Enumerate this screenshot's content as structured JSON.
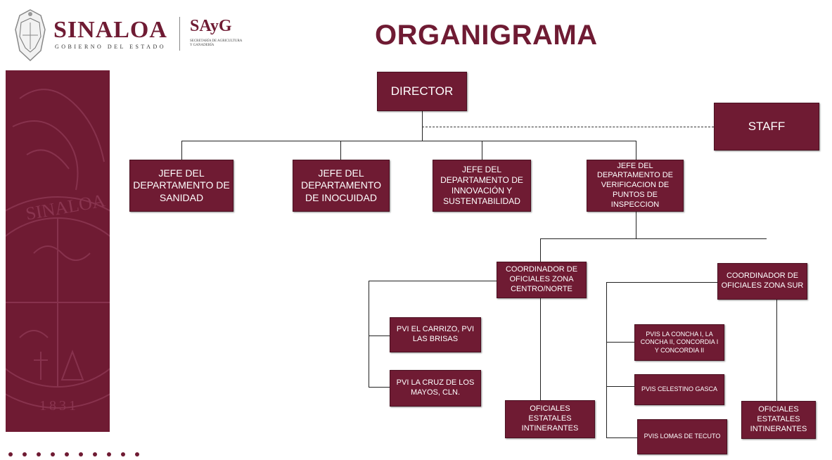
{
  "header": {
    "state_name": "SINALOA",
    "government": "GOBIERNO DEL ESTADO",
    "agency_acronym": "SAyG",
    "agency_name_line1": "SECRETARÍA DE AGRICULTURA",
    "agency_name_line2": "Y GANADERÍA",
    "title": "ORGANIGRAMA"
  },
  "sidebar": {
    "seal_text": "SINALOA",
    "seal_year": "1831"
  },
  "org": {
    "director": "DIRECTOR",
    "staff": "STAFF",
    "jefe_sanidad": "JEFE DEL DEPARTAMENTO DE SANIDAD",
    "jefe_inocuidad": "JEFE DEL DEPARTAMENTO DE INOCUIDAD",
    "jefe_innovacion": "JEFE DEL DEPARTAMENTO DE INNOVACIÓN Y SUSTENTABILIDAD",
    "jefe_verificacion": "JEFE DEL DEPARTAMENTO DE VERIFICACION DE PUNTOS DE INSPECCION",
    "coord_centro_norte": "COORDINADOR DE OFICIALES ZONA CENTRO/NORTE",
    "coord_sur": "COORDINADOR DE OFICIALES ZONA SUR",
    "pvi_carrizo": "PVI EL CARRIZO, PVI LAS BRISAS",
    "pvi_cruz": "PVI LA CRUZ DE LOS MAYOS, CLN.",
    "oficiales_centro": "OFICIALES ESTATALES INTINERANTES",
    "pvis_concha": "PVIS LA CONCHA I, LA CONCHA II, CONCORDIA I Y CONCORDIA II",
    "pvis_celestino": "PVIS CELESTINO GASCA",
    "pvis_lomas": "PVIS LOMAS DE TECUTO",
    "oficiales_sur": "OFICIALES ESTATALES INTINERANTES"
  },
  "colors": {
    "brand": "#6f1b33",
    "box_text": "#ffffff"
  }
}
